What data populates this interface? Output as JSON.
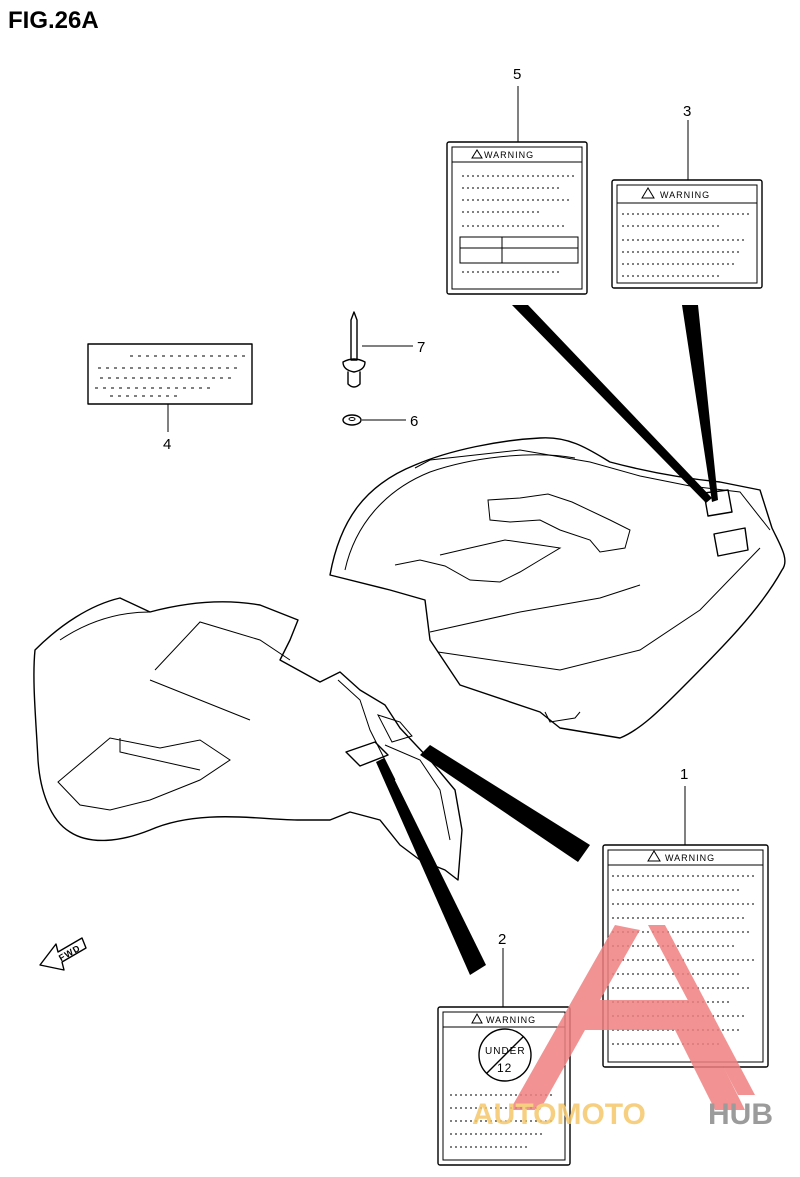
{
  "figure": {
    "title": "FIG.26A"
  },
  "callouts": [
    {
      "id": "1",
      "label": "1"
    },
    {
      "id": "2",
      "label": "2"
    },
    {
      "id": "3",
      "label": "3"
    },
    {
      "id": "4",
      "label": "4"
    },
    {
      "id": "5",
      "label": "5"
    },
    {
      "id": "6",
      "label": "6"
    },
    {
      "id": "7",
      "label": "7"
    }
  ],
  "labels": {
    "label_1_header": "WARNING",
    "label_2_header": "WARNING",
    "label_3_header": "WARNING",
    "label_5_header": "WARNING",
    "label_2_badge_top": "UNDER",
    "label_2_badge_bottom": "12"
  },
  "fwd_arrow": {
    "text": "FWD"
  },
  "watermark": {
    "part1": "AUTOMOTO",
    "part2": "HUB",
    "colors": {
      "triangle": "#f08080",
      "part1": "#f5c86a",
      "part2": "#8a8a8a"
    }
  }
}
